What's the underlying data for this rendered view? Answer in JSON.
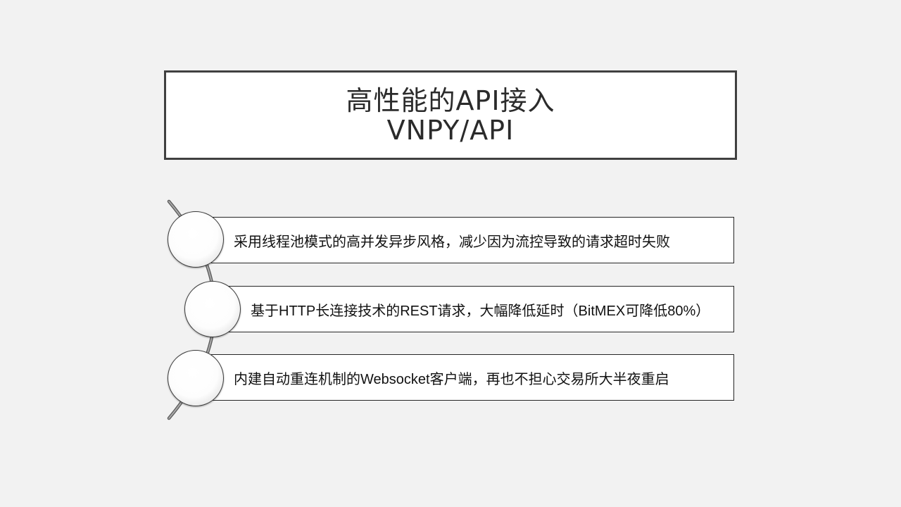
{
  "slide": {
    "title": {
      "line1": "高性能的API接入",
      "line2": "VNPY/API"
    },
    "items": [
      {
        "text": "采用线程池模式的高并发异步风格，减少因为流控导致的请求超时失败"
      },
      {
        "text": "基于HTTP长连接技术的REST请求，大幅降低延时（BitMEX可降低80%）"
      },
      {
        "text": "内建自动重连机制的Websocket客户端，再也不担心交易所大半夜重启"
      }
    ],
    "colors": {
      "background": "#f2f2f2",
      "box_fill": "#ffffff",
      "title_border": "#404040",
      "item_border": "#262626",
      "arc": "#8c8c8c",
      "text": "#111111"
    }
  }
}
